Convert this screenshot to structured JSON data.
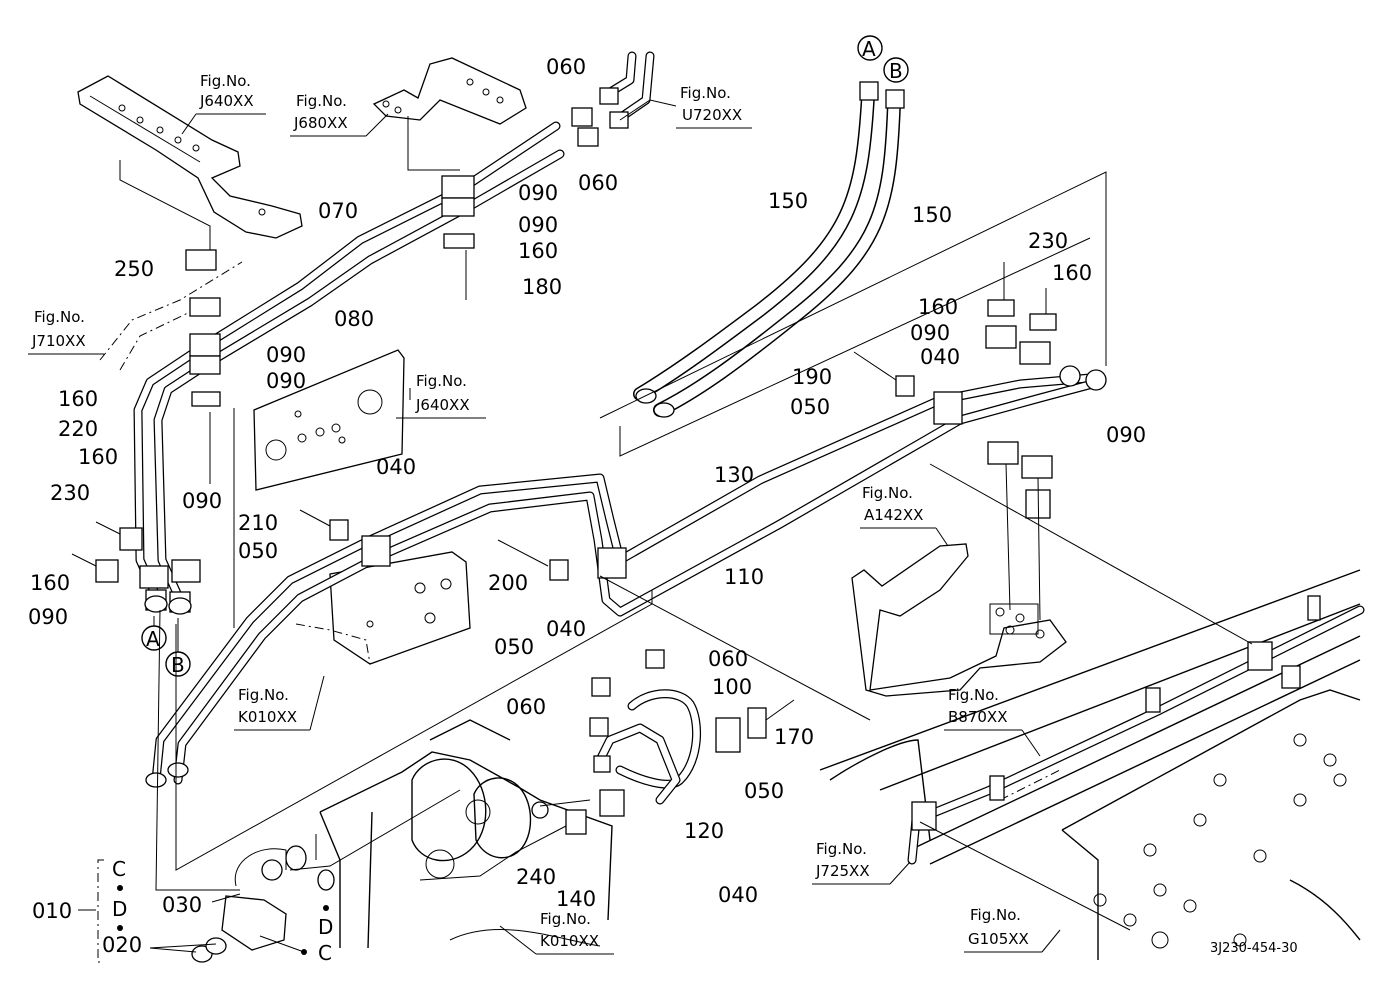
{
  "diagram": {
    "code": "3J230-454-30",
    "part_labels": [
      "060",
      "060",
      "150",
      "150",
      "230",
      "160",
      "160",
      "090",
      "040",
      "190",
      "050",
      "090",
      "070",
      "090",
      "090",
      "160",
      "180",
      "250",
      "080",
      "090",
      "090",
      "160",
      "220",
      "160",
      "230",
      "090",
      "160",
      "090",
      "210",
      "050",
      "040",
      "130",
      "110",
      "200",
      "050",
      "040",
      "060",
      "060",
      "100",
      "170",
      "050",
      "120",
      "040",
      "240",
      "140",
      "030",
      "010",
      "020"
    ],
    "fig_refs": [
      "J640XX",
      "J680XX",
      "U720XX",
      "J710XX",
      "J640XX",
      "A142XX",
      "K010XX",
      "B870XX",
      "J725XX",
      "K010XX",
      "G105XX"
    ],
    "fig_prefix": "Fig.No.",
    "connectors": [
      "A",
      "B",
      "A",
      "B"
    ],
    "ports": [
      "C",
      "D",
      "D",
      "C"
    ]
  }
}
